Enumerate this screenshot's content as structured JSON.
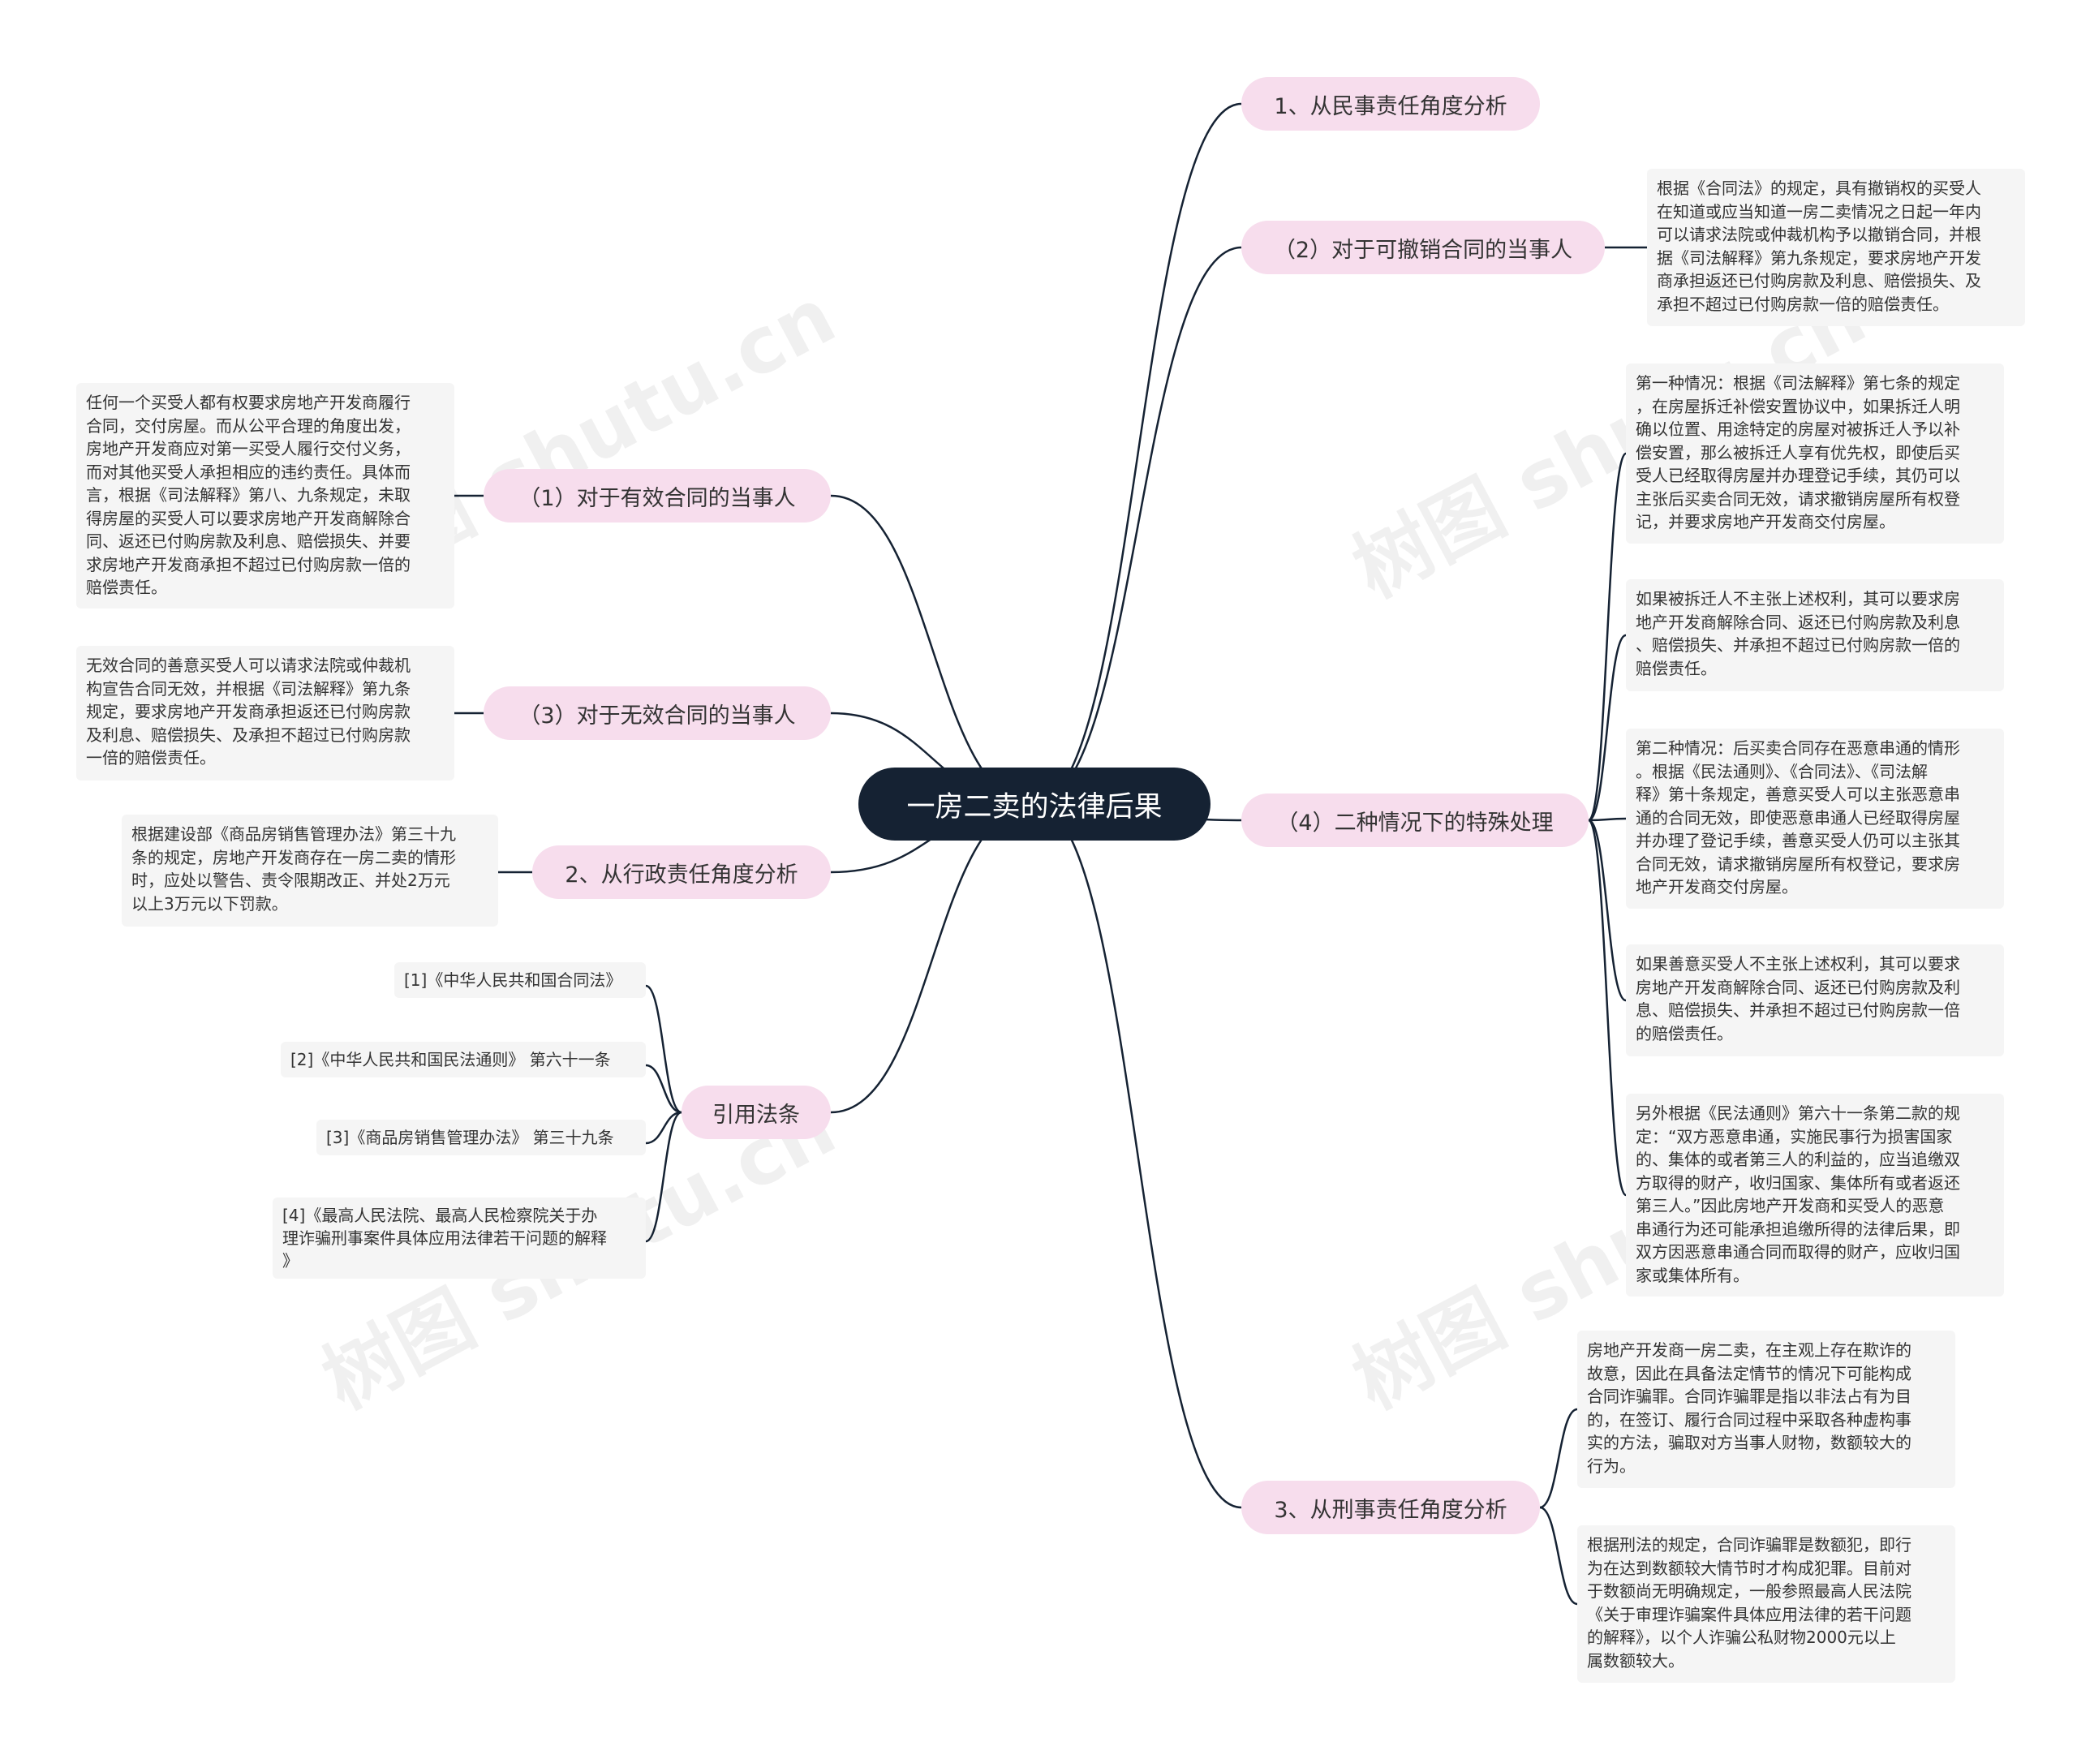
{
  "colors": {
    "root_bg": "#152233",
    "root_text": "#ffffff",
    "branch_bg": "#f7dded",
    "leaf_bg": "#f5f5f5",
    "line": "#152233"
  },
  "root": {
    "label": "一房二卖的法律后果"
  },
  "branches": {
    "civil": {
      "label": "1、从民事责任角度分析"
    },
    "revocable": {
      "label": "（2）对于可撤销合同的当事人",
      "text": "根据《合同法》的规定，具有撤销权的买受人\n在知道或应当知道一房二卖情况之日起一年内\n可以请求法院或仲裁机构予以撤销合同，并根\n据《司法解释》第九条规定，要求房地产开发\n商承担返还已付购房款及利息、赔偿损失、及\n承担不超过已付购房款一倍的赔偿责任。"
    },
    "valid": {
      "label": "（1）对于有效合同的当事人",
      "text": "任何一个买受人都有权要求房地产开发商履行\n合同，交付房屋。而从公平合理的角度出发，\n房地产开发商应对第一买受人履行交付义务，\n而对其他买受人承担相应的违约责任。具体而\n言，根据《司法解释》第八、九条规定，未取\n得房屋的买受人可以要求房地产开发商解除合\n同、返还已付购房款及利息、赔偿损失、并要\n求房地产开发商承担不超过已付购房款一倍的\n赔偿责任。"
    },
    "invalid": {
      "label": "（3）对于无效合同的当事人",
      "text": "无效合同的善意买受人可以请求法院或仲裁机\n构宣告合同无效，并根据《司法解释》第九条\n规定，要求房地产开发商承担返还已付购房款\n及利息、赔偿损失、及承担不超过已付购房款\n一倍的赔偿责任。"
    },
    "admin": {
      "label": "2、从行政责任角度分析",
      "text": "根据建设部《商品房销售管理办法》第三十九\n条的规定，房地产开发商存在一房二卖的情形\n时，应处以警告、责令限期改正、并处2万元\n以上3万元以下罚款。"
    },
    "special": {
      "label": "（4）二种情况下的特殊处理",
      "items": [
        "第一种情况：根据《司法解释》第七条的规定\n，在房屋拆迁补偿安置协议中，如果拆迁人明\n确以位置、用途特定的房屋对被拆迁人予以补\n偿安置，那么被拆迁人享有优先权，即使后买\n受人已经取得房屋并办理登记手续，其仍可以\n主张后买卖合同无效，请求撤销房屋所有权登\n记，并要求房地产开发商交付房屋。",
        "如果被拆迁人不主张上述权利，其可以要求房\n地产开发商解除合同、返还已付购房款及利息\n、赔偿损失、并承担不超过已付购房款一倍的\n赔偿责任。",
        "第二种情况：后买卖合同存在恶意串通的情形\n。根据《民法通则》、《合同法》、《司法解\n释》第十条规定，善意买受人可以主张恶意串\n通的合同无效，即使恶意串通人已经取得房屋\n并办理了登记手续，善意买受人仍可以主张其\n合同无效，请求撤销房屋所有权登记，要求房\n地产开发商交付房屋。",
        "如果善意买受人不主张上述权利，其可以要求\n房地产开发商解除合同、返还已付购房款及利\n息、赔偿损失、并承担不超过已付购房款一倍\n的赔偿责任。",
        "另外根据《民法通则》第六十一条第二款的规\n定：“双方恶意串通，实施民事行为损害国家\n的、集体的或者第三人的利益的，应当追缴双\n方取得的财产，收归国家、集体所有或者返还\n第三人。”因此房地产开发商和买受人的恶意\n串通行为还可能承担追缴所得的法律后果，即\n双方因恶意串通合同而取得的财产，应收归国\n家或集体所有。"
      ]
    },
    "refs": {
      "label": "引用法条",
      "items": [
        "[1]《中华人民共和国合同法》",
        "[2]《中华人民共和国民法通则》 第六十一条",
        "[3]《商品房销售管理办法》 第三十九条",
        "[4]《最高人民法院、最高人民检察院关于办\n理诈骗刑事案件具体应用法律若干问题的解释\n》"
      ]
    },
    "criminal": {
      "label": "3、从刑事责任角度分析",
      "items": [
        "房地产开发商一房二卖，在主观上存在欺诈的\n故意，因此在具备法定情节的情况下可能构成\n合同诈骗罪。合同诈骗罪是指以非法占有为目\n的，在签订、履行合同过程中采取各种虚构事\n实的方法，骗取对方当事人财物，数额较大的\n行为。",
        "根据刑法的规定，合同诈骗罪是数额犯，即行\n为在达到数额较大情节时才构成犯罪。目前对\n于数额尚无明确规定，一般参照最高人民法院\n《关于审理诈骗案件具体应用法律的若干问题\n的解释》，以个人诈骗公私财物2000元以上\n属数额较大。"
      ]
    }
  },
  "watermark": "树图 shutu.cn"
}
